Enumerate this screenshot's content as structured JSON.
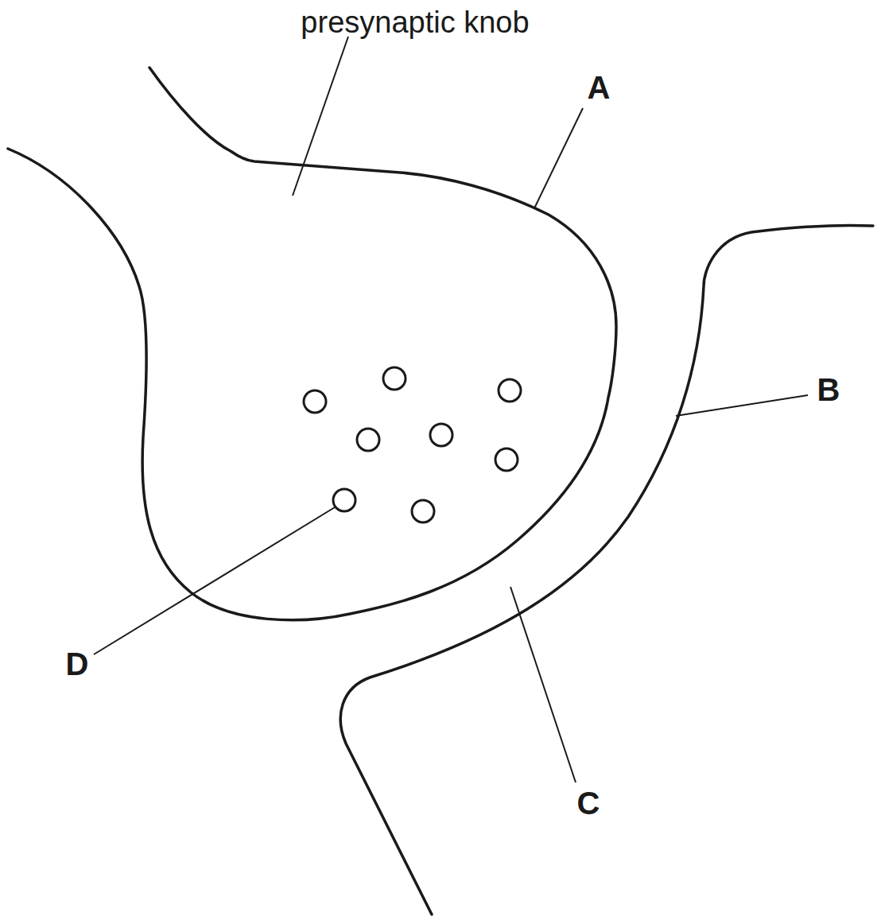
{
  "diagram": {
    "labels": [
      "presynaptic knob",
      "A",
      "B",
      "C",
      "D"
    ]
  }
}
